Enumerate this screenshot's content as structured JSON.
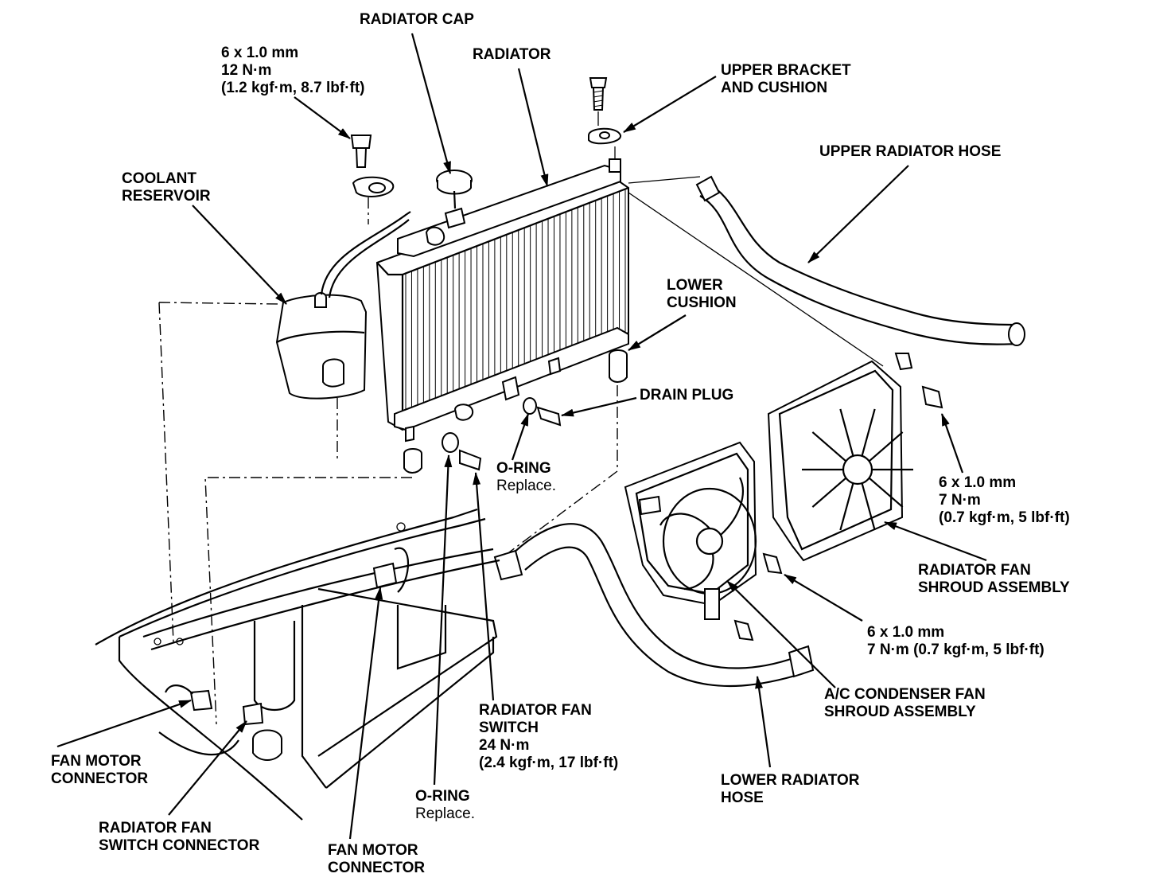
{
  "labels": {
    "radiator_cap": "RADIATOR CAP",
    "radiator": "RADIATOR",
    "upper_bracket": [
      "UPPER BRACKET",
      "AND CUSHION"
    ],
    "upper_hose": "UPPER RADIATOR HOSE",
    "bolt_top": [
      "6 x 1.0 mm",
      "12 N·m",
      "(1.2 kgf·m, 8.7 lbf·ft)"
    ],
    "coolant_reservoir": [
      "COOLANT",
      "RESERVOIR"
    ],
    "lower_cushion": [
      "LOWER",
      "CUSHION"
    ],
    "drain_plug": "DRAIN PLUG",
    "o_ring_1": {
      "title": "O-RING",
      "note": "Replace."
    },
    "bolt_right": [
      "6 x 1.0 mm",
      "7 N·m",
      "(0.7 kgf·m, 5 lbf·ft)"
    ],
    "rad_fan_shroud": [
      "RADIATOR FAN",
      "SHROUD ASSEMBLY"
    ],
    "bolt_mid": [
      "6 x 1.0 mm",
      "7 N·m (0.7 kgf·m, 5 lbf·ft)"
    ],
    "ac_condenser_shroud": [
      "A/C CONDENSER FAN",
      "SHROUD ASSEMBLY"
    ],
    "rad_fan_switch": [
      "RADIATOR FAN",
      "SWITCH",
      "24 N·m",
      "(2.4 kgf·m, 17 lbf·ft)"
    ],
    "lower_hose": [
      "LOWER RADIATOR",
      "HOSE"
    ],
    "fan_motor_connector_left": [
      "FAN MOTOR",
      "CONNECTOR"
    ],
    "rad_fan_switch_connector": [
      "RADIATOR FAN",
      "SWITCH CONNECTOR"
    ],
    "o_ring_2": {
      "title": "O-RING",
      "note": "Replace."
    },
    "fan_motor_connector_bottom": [
      "FAN MOTOR",
      "CONNECTOR"
    ]
  }
}
